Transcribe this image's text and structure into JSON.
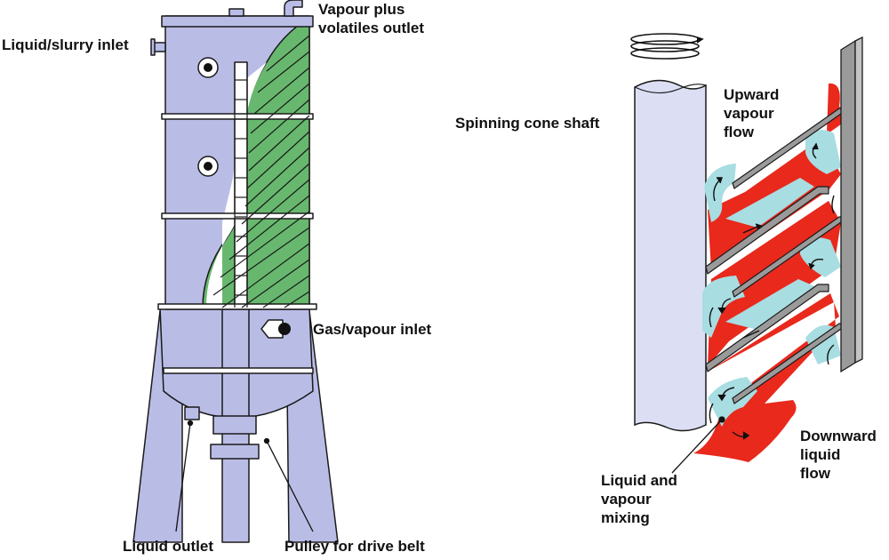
{
  "labels": {
    "liquid_inlet": "Liquid/slurry inlet",
    "vapour_outlet_1": "Vapour plus",
    "vapour_outlet_2": "volatiles outlet",
    "gas_inlet": "Gas/vapour inlet",
    "liquid_outlet": "Liquid outlet",
    "pulley": "Pulley for drive belt",
    "shaft": "Spinning cone shaft",
    "upward_1": "Upward",
    "upward_2": "vapour",
    "upward_3": "flow",
    "downward_1": "Downward",
    "downward_2": "liquid",
    "downward_3": "flow",
    "mixing_1": "Liquid and",
    "mixing_2": "vapour",
    "mixing_3": "mixing"
  },
  "colors": {
    "body": "#b9bde6",
    "outline": "#1a1a1a",
    "cones": "#67b86e",
    "liquid": "#e8291c",
    "vapour": "#a8dde2",
    "wall": "#9a9a9a"
  }
}
